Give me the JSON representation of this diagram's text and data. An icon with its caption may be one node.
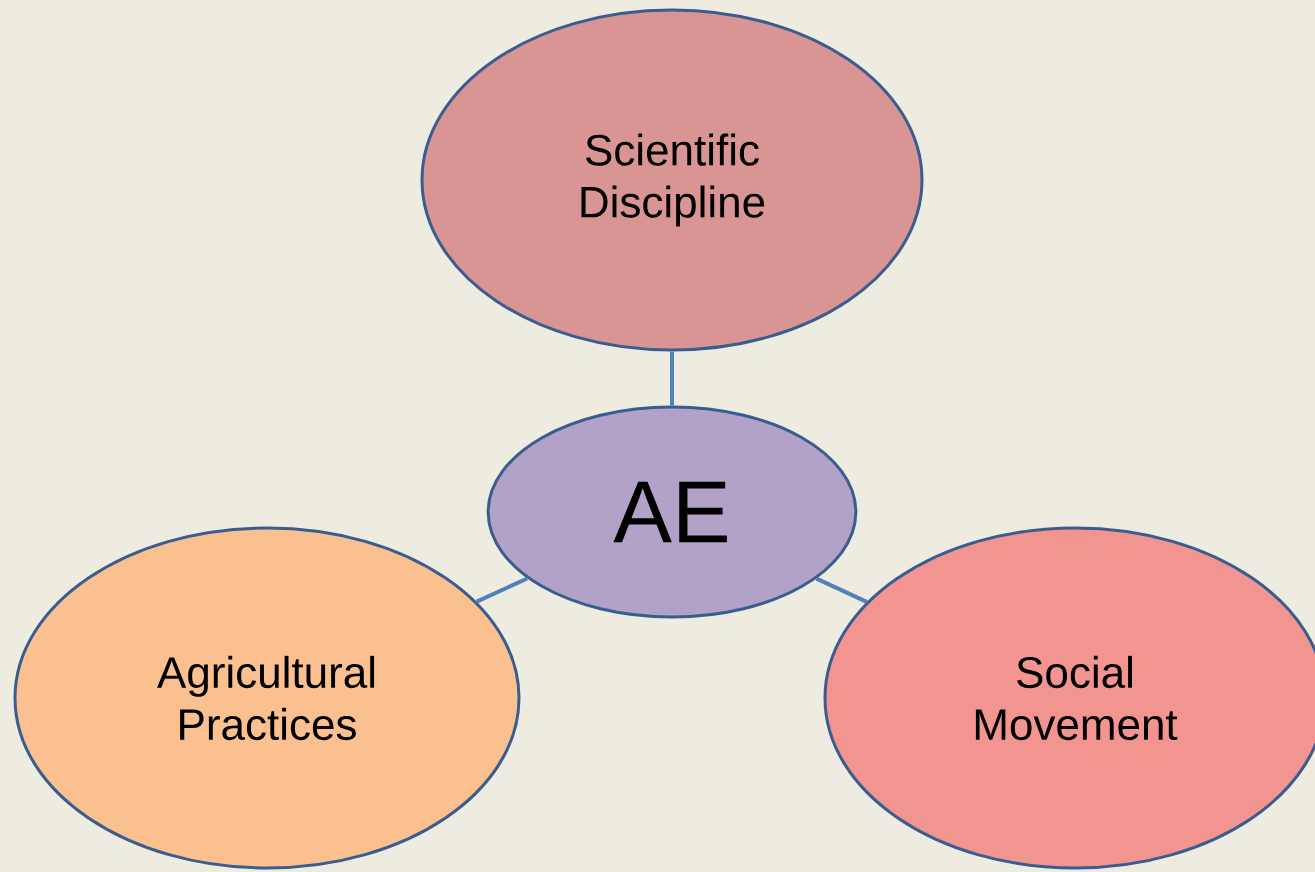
{
  "diagram": {
    "nodes": [
      {
        "text": [
          "Scientific Discipline"
        ]
      },
      {
        "text": [
          "AE"
        ]
      },
      {
        "text": [
          "Agricultural Practices"
        ]
      },
      {
        "text": [
          "Social Movement"
        ]
      }
    ],
    "edges": [
      {
        "from": 1,
        "to": 0,
        "arrow": "none"
      },
      {
        "from": 1,
        "to": 2,
        "arrow": "none"
      },
      {
        "from": 1,
        "to": 3,
        "arrow": "none"
      }
    ]
  }
}
